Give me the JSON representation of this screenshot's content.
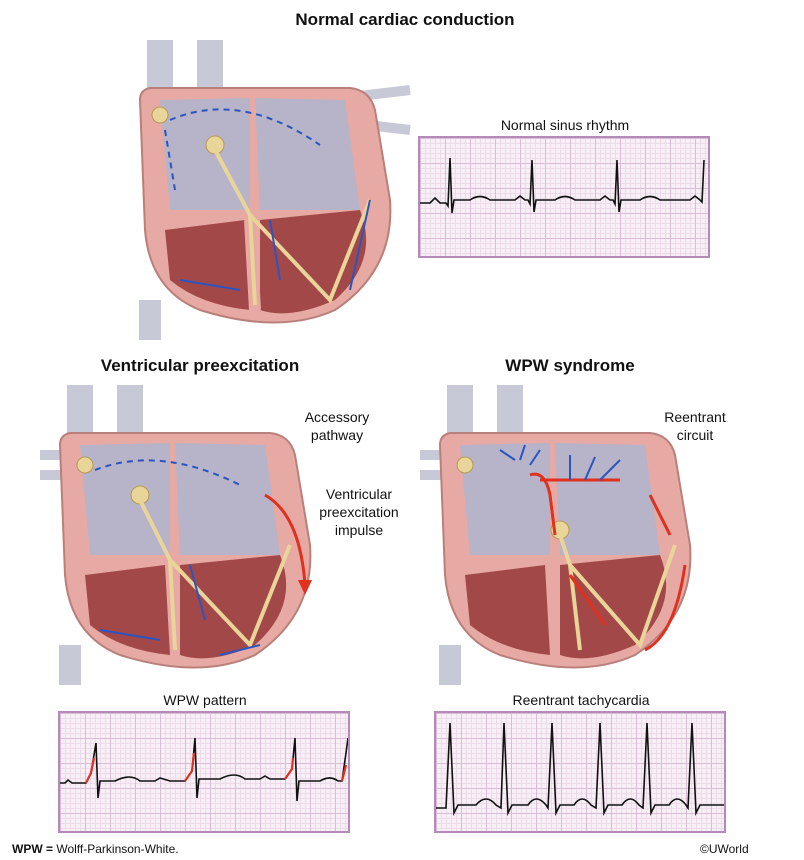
{
  "panels": {
    "normal": {
      "title": "Normal cardiac conduction",
      "ecg_title": "Normal sinus rhythm"
    },
    "preexcitation": {
      "title": "Ventricular preexcitation",
      "ecg_title": "WPW pattern",
      "labels": {
        "accessory": "Accessory\npathway",
        "impulse": "Ventricular\npreexcitation\nimpulse"
      }
    },
    "wpw": {
      "title": "WPW syndrome",
      "ecg_title": "Reentrant tachycardia",
      "labels": {
        "reentrant": "Reentrant\ncircuit"
      }
    }
  },
  "footnote": {
    "abbr": "WPW",
    "eq": " = ",
    "text": "Wolff-Parkinson-White."
  },
  "copyright": "©UWorld",
  "colors": {
    "impulse_blue": "#2a55c0",
    "reentry_red": "#e0301e",
    "grid_border": "#b48bb8",
    "myocardium": "#e7a9a3"
  }
}
